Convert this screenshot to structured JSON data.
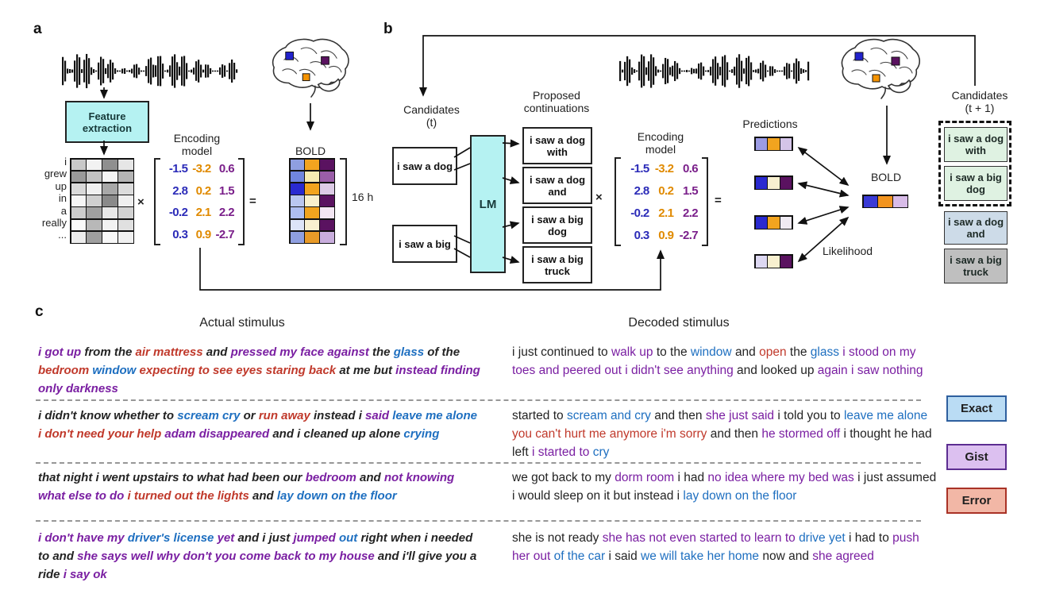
{
  "colors": {
    "cyan_box": "#b5f2f2",
    "text_purple": "#7a1fa2",
    "text_blue": "#1e6fc0",
    "text_red": "#c0392b",
    "matrix_blue": "#2b2bb8",
    "matrix_orange": "#e08a00",
    "matrix_purple": "#7a1f8a"
  },
  "panel_a": {
    "label": "a",
    "feature_extraction_label": "Feature\nextraction",
    "encoding_model_label": "Encoding\nmodel",
    "bold_label": "BOLD",
    "words": "i\ngrew\nup\nin\na\nreally\n...",
    "stim_matrix": [
      [
        "#c8c8c8",
        "#f2f2f2",
        "#8f8f8f",
        "#e6e6e6"
      ],
      [
        "#9a9a9a",
        "#c2c2c2",
        "#f5f5f5",
        "#b5b5b5"
      ],
      [
        "#d9d9d9",
        "#f0f0f0",
        "#a8a8a8",
        "#dcdcdc"
      ],
      [
        "#f5f5f5",
        "#cfcfcf",
        "#8a8a8a",
        "#efefef"
      ],
      [
        "#cccccc",
        "#a0a0a0",
        "#e8e8e8",
        "#d2d2d2"
      ],
      [
        "#fafafa",
        "#b8b8b8",
        "#f2f2f2",
        "#e0e0e0"
      ],
      [
        "#ededed",
        "#9f9f9f",
        "#f7f7f7",
        "#f0f0f0"
      ]
    ],
    "matrix": [
      [
        "-1.5",
        "-3.2",
        "0.6"
      ],
      [
        "2.8",
        "0.2",
        "1.5"
      ],
      [
        "-0.2",
        "2.1",
        "2.2"
      ],
      [
        "0.3",
        "0.9",
        "-2.7"
      ]
    ],
    "times_sign": "×",
    "equals_sign": "=",
    "bold_matrix": [
      [
        "#8f9fe0",
        "#f2a41f",
        "#5a1260"
      ],
      [
        "#7086e0",
        "#f6ecb4",
        "#9a5ea8"
      ],
      [
        "#2a2ad0",
        "#f2a41f",
        "#ddcbe6"
      ],
      [
        "#b9c6f0",
        "#f9f0cd",
        "#5a1260"
      ],
      [
        "#aebdf0",
        "#f2a41f",
        "#f4e7f4"
      ],
      [
        "#dde4f8",
        "#f8f0d0",
        "#5a1260"
      ],
      [
        "#8f9fe0",
        "#e89a28",
        "#c9aedd"
      ]
    ],
    "duration_label": "16 h"
  },
  "panel_b": {
    "label": "b",
    "candidates_t_label": "Candidates\n(t)",
    "candidates_t": [
      "i saw a dog",
      "i saw a big"
    ],
    "lm_label": "LM",
    "proposed_label": "Proposed\ncontinuations",
    "continuations": [
      "i saw a dog with",
      "i saw a dog and",
      "i saw a big dog",
      "i saw a big truck"
    ],
    "encoding_model_label": "Encoding\nmodel",
    "matrix": [
      [
        "-1.5",
        "-3.2",
        "0.6"
      ],
      [
        "2.8",
        "0.2",
        "1.5"
      ],
      [
        "-0.2",
        "2.1",
        "2.2"
      ],
      [
        "0.3",
        "0.9",
        "-2.7"
      ]
    ],
    "times_sign": "×",
    "equals_sign": "=",
    "predictions_label": "Predictions",
    "predictions": [
      [
        "#9c9ce4",
        "#f2a41f",
        "#d4c4e8"
      ],
      [
        "#2a2ad0",
        "#f8f0d0",
        "#5a1260"
      ],
      [
        "#2a2ad0",
        "#f2a41f",
        "#efeaf2"
      ],
      [
        "#ddd8f2",
        "#f8f0d0",
        "#5a1260"
      ]
    ],
    "bold_label": "BOLD",
    "bold_strip": [
      [
        "#3a3ad6",
        "#f2941f",
        "#d8bce8"
      ]
    ],
    "likelihood_label": "Likelihood",
    "candidates_t1_label": "Candidates\n(t + 1)",
    "candidates_t1": [
      {
        "text": "i saw a dog with",
        "fill": "#dff2e2"
      },
      {
        "text": "i saw a big dog",
        "fill": "#dff2e2"
      },
      {
        "text": "i saw a dog and",
        "fill": "#cddbe8"
      },
      {
        "text": "i saw a big truck",
        "fill": "#bfbfbf"
      }
    ]
  },
  "panel_c": {
    "label": "c",
    "actual_header": "Actual stimulus",
    "decoded_header": "Decoded stimulus",
    "rows": [
      {
        "actual": [
          {
            "t": "i got up",
            "c": "p"
          },
          {
            "t": "from the",
            "c": "k"
          },
          {
            "t": "air mattress",
            "c": "r"
          },
          {
            "t": "and",
            "c": "k"
          },
          {
            "t": "pressed my face against",
            "c": "p"
          },
          {
            "t": "the",
            "c": "k"
          },
          {
            "t": "glass",
            "c": "b"
          },
          {
            "t": "of the",
            "c": "k"
          },
          {
            "t": "bedroom",
            "c": "r"
          },
          {
            "t": "window",
            "c": "b"
          },
          {
            "t": "expecting to see eyes staring back",
            "c": "r"
          },
          {
            "t": "at me but",
            "c": "k"
          },
          {
            "t": "instead finding only darkness",
            "c": "p"
          }
        ],
        "decoded": [
          {
            "t": "i just continued to",
            "c": "k"
          },
          {
            "t": "walk up",
            "c": "p"
          },
          {
            "t": "to the",
            "c": "k"
          },
          {
            "t": "window",
            "c": "b"
          },
          {
            "t": "and",
            "c": "k"
          },
          {
            "t": "open",
            "c": "r"
          },
          {
            "t": "the",
            "c": "k"
          },
          {
            "t": "glass",
            "c": "b"
          },
          {
            "t": "i stood on my toes and peered out i didn't see anything",
            "c": "p"
          },
          {
            "t": "and looked up",
            "c": "k"
          },
          {
            "t": "again i saw nothing",
            "c": "p"
          }
        ]
      },
      {
        "actual": [
          {
            "t": "i didn't know whether to",
            "c": "k"
          },
          {
            "t": "scream cry",
            "c": "b"
          },
          {
            "t": "or",
            "c": "k"
          },
          {
            "t": "run away",
            "c": "r"
          },
          {
            "t": "instead i",
            "c": "k"
          },
          {
            "t": "said",
            "c": "p"
          },
          {
            "t": "leave me alone",
            "c": "b"
          },
          {
            "t": "i don't need your help",
            "c": "r"
          },
          {
            "t": "adam disappeared",
            "c": "p"
          },
          {
            "t": "and i cleaned up alone",
            "c": "k"
          },
          {
            "t": "crying",
            "c": "b"
          }
        ],
        "decoded": [
          {
            "t": "started to",
            "c": "k"
          },
          {
            "t": "scream and cry",
            "c": "b"
          },
          {
            "t": "and then",
            "c": "k"
          },
          {
            "t": "she just said",
            "c": "p"
          },
          {
            "t": "i told you to",
            "c": "k"
          },
          {
            "t": "leave me alone",
            "c": "b"
          },
          {
            "t": "you can't hurt me anymore i'm sorry",
            "c": "r"
          },
          {
            "t": "and then",
            "c": "k"
          },
          {
            "t": "he stormed off",
            "c": "p"
          },
          {
            "t": "i thought he had left",
            "c": "k"
          },
          {
            "t": "i started to",
            "c": "p"
          },
          {
            "t": "cry",
            "c": "b"
          }
        ]
      },
      {
        "actual": [
          {
            "t": "that night i went upstairs to what had been our",
            "c": "k"
          },
          {
            "t": "bedroom",
            "c": "p"
          },
          {
            "t": "and",
            "c": "k"
          },
          {
            "t": "not knowing what else to do",
            "c": "p"
          },
          {
            "t": "i turned out the lights",
            "c": "r"
          },
          {
            "t": "and",
            "c": "k"
          },
          {
            "t": "lay down on the floor",
            "c": "b"
          }
        ],
        "decoded": [
          {
            "t": "we got back to my",
            "c": "k"
          },
          {
            "t": "dorm room",
            "c": "p"
          },
          {
            "t": "i had",
            "c": "k"
          },
          {
            "t": "no idea where my bed was",
            "c": "p"
          },
          {
            "t": "i just assumed i would sleep on it but instead i",
            "c": "k"
          },
          {
            "t": "lay down on the floor",
            "c": "b"
          }
        ]
      },
      {
        "actual": [
          {
            "t": "i don't have my",
            "c": "p"
          },
          {
            "t": "driver's license",
            "c": "b"
          },
          {
            "t": "yet",
            "c": "p"
          },
          {
            "t": "and i just",
            "c": "k"
          },
          {
            "t": "jumped",
            "c": "p"
          },
          {
            "t": "out",
            "c": "b"
          },
          {
            "t": "right when i needed to and",
            "c": "k"
          },
          {
            "t": "she says well why don't you come back to my house",
            "c": "p"
          },
          {
            "t": "and i'll give you a ride",
            "c": "k"
          },
          {
            "t": "i say ok",
            "c": "p"
          }
        ],
        "decoded": [
          {
            "t": "she is not ready",
            "c": "k"
          },
          {
            "t": "she has not even started to learn to",
            "c": "p"
          },
          {
            "t": "drive yet",
            "c": "b"
          },
          {
            "t": "i had to",
            "c": "k"
          },
          {
            "t": "push her out",
            "c": "p"
          },
          {
            "t": "of the car",
            "c": "b"
          },
          {
            "t": "i said",
            "c": "k"
          },
          {
            "t": "we will take her home",
            "c": "b"
          },
          {
            "t": "now and",
            "c": "k"
          },
          {
            "t": "she agreed",
            "c": "p"
          }
        ]
      }
    ],
    "legend": [
      {
        "label": "Exact",
        "fill": "#badcf4",
        "border": "#2e5f9e"
      },
      {
        "label": "Gist",
        "fill": "#dcc0f0",
        "border": "#5c2d91"
      },
      {
        "label": "Error",
        "fill": "#f2b7a6",
        "border": "#a93226"
      }
    ]
  }
}
